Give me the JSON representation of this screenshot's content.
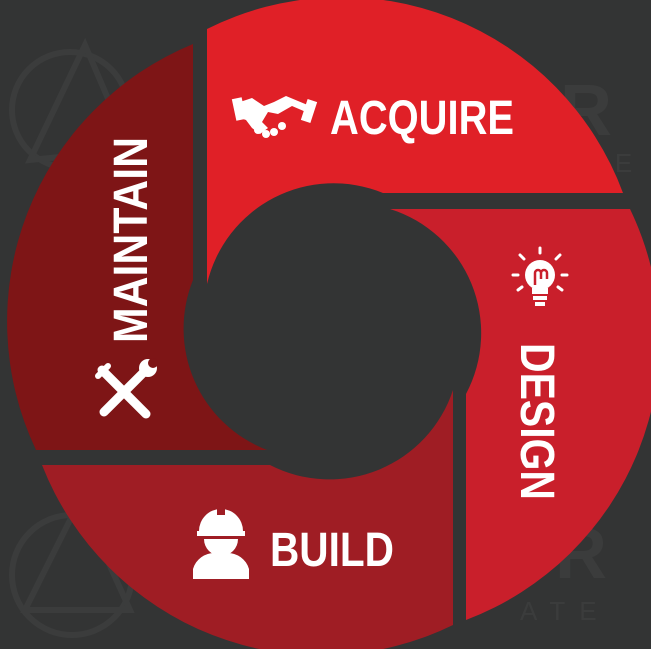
{
  "diagram": {
    "segments": [
      {
        "key": "acquire",
        "label": "ACQUIRE",
        "color": "#e02027",
        "icon": "handshake-icon"
      },
      {
        "key": "design",
        "label": "DESIGN",
        "color": "#c91f2b",
        "icon": "lightbulb-icon"
      },
      {
        "key": "build",
        "label": "BUILD",
        "color": "#9f1d24",
        "icon": "construction-worker-icon"
      },
      {
        "key": "maintain",
        "label": "MAINTAIN",
        "color": "#7e1516",
        "icon": "wrench-screwdriver-icon"
      }
    ],
    "center_color": "#323333",
    "watermark_color": "#3b3c3c"
  }
}
